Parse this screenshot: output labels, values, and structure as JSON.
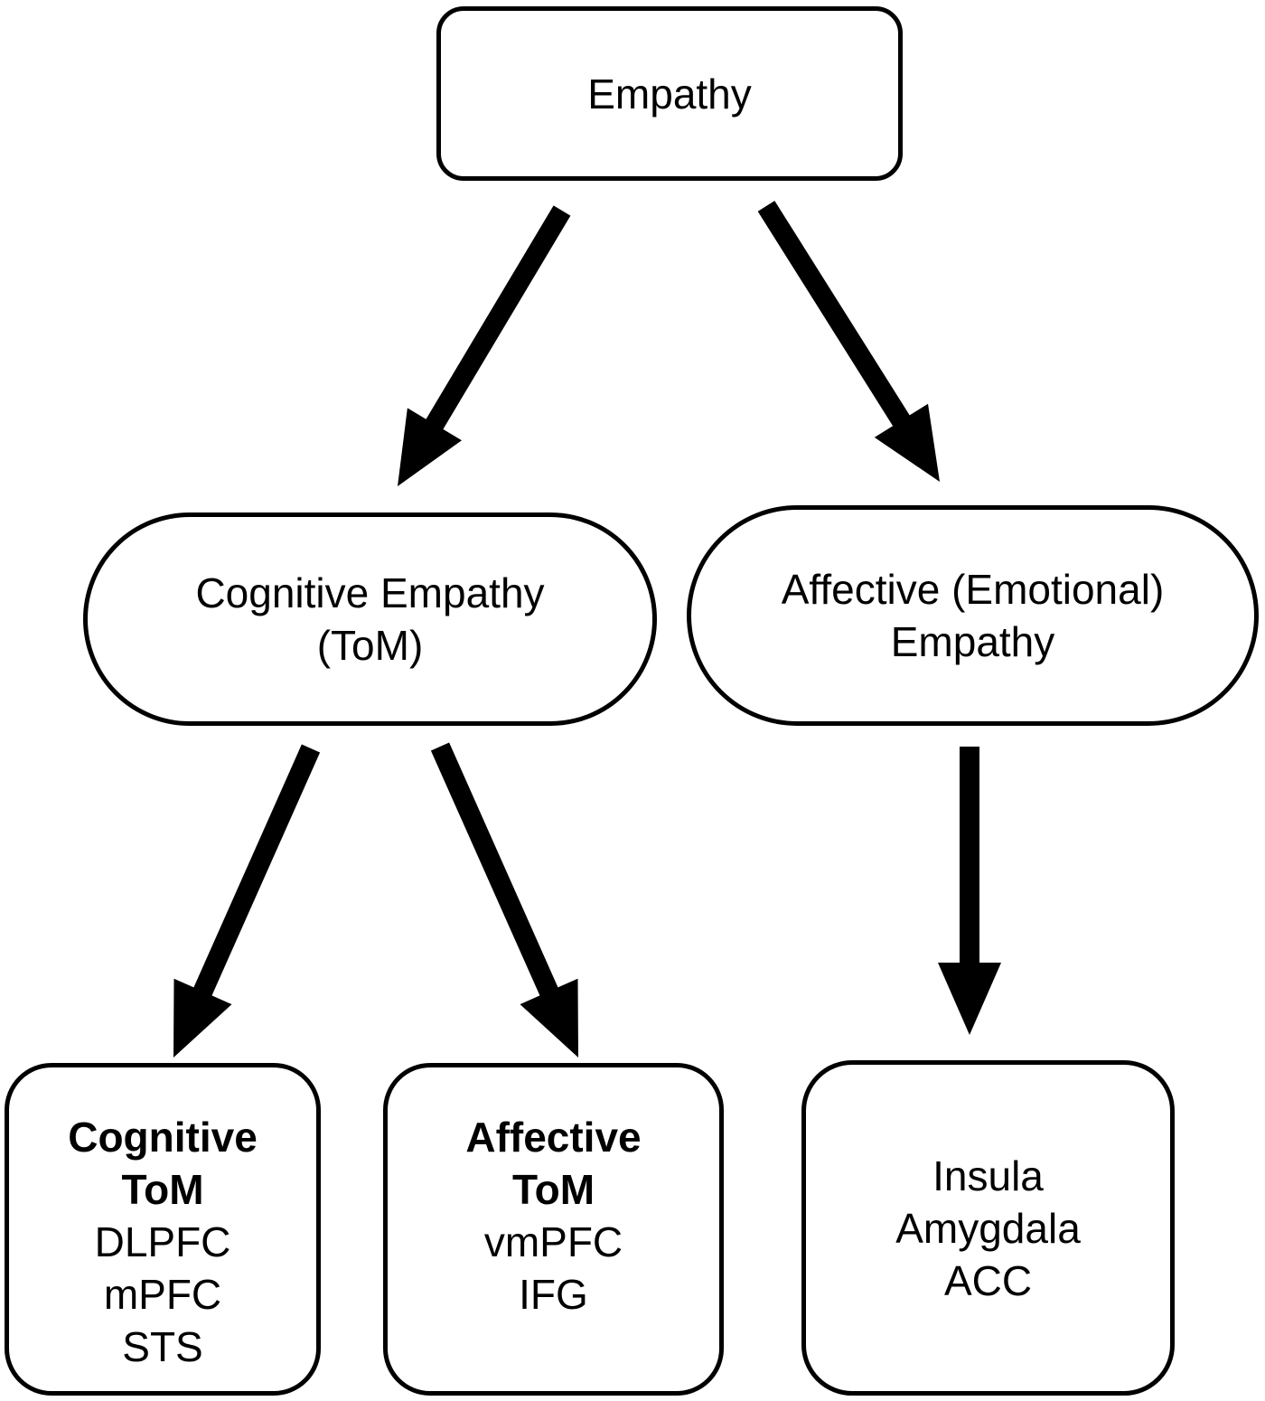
{
  "diagram": {
    "root": {
      "label": "Empathy"
    },
    "cognitive": {
      "lines": [
        "Cognitive Empathy",
        "(ToM)"
      ]
    },
    "affective": {
      "lines": [
        "Affective (Emotional)",
        "Empathy"
      ]
    },
    "cognitive_tom": {
      "title_lines": [
        "Cognitive",
        "ToM"
      ],
      "regions": [
        "DLPFC",
        "mPFC",
        "STS"
      ]
    },
    "affective_tom": {
      "title_lines": [
        "Affective",
        "ToM"
      ],
      "regions": [
        "vmPFC",
        "IFG"
      ]
    },
    "emotional_regions": {
      "regions": [
        "Insula",
        "Amygdala",
        "ACC"
      ]
    },
    "edges": [
      {
        "from": "Empathy",
        "to": "Cognitive Empathy (ToM)"
      },
      {
        "from": "Empathy",
        "to": "Affective (Emotional) Empathy"
      },
      {
        "from": "Cognitive Empathy (ToM)",
        "to": "Cognitive ToM"
      },
      {
        "from": "Cognitive Empathy (ToM)",
        "to": "Affective ToM"
      },
      {
        "from": "Affective (Emotional) Empathy",
        "to": "Insula / Amygdala / ACC"
      }
    ],
    "colors": {
      "stroke": "#000000",
      "background": "#ffffff"
    }
  }
}
